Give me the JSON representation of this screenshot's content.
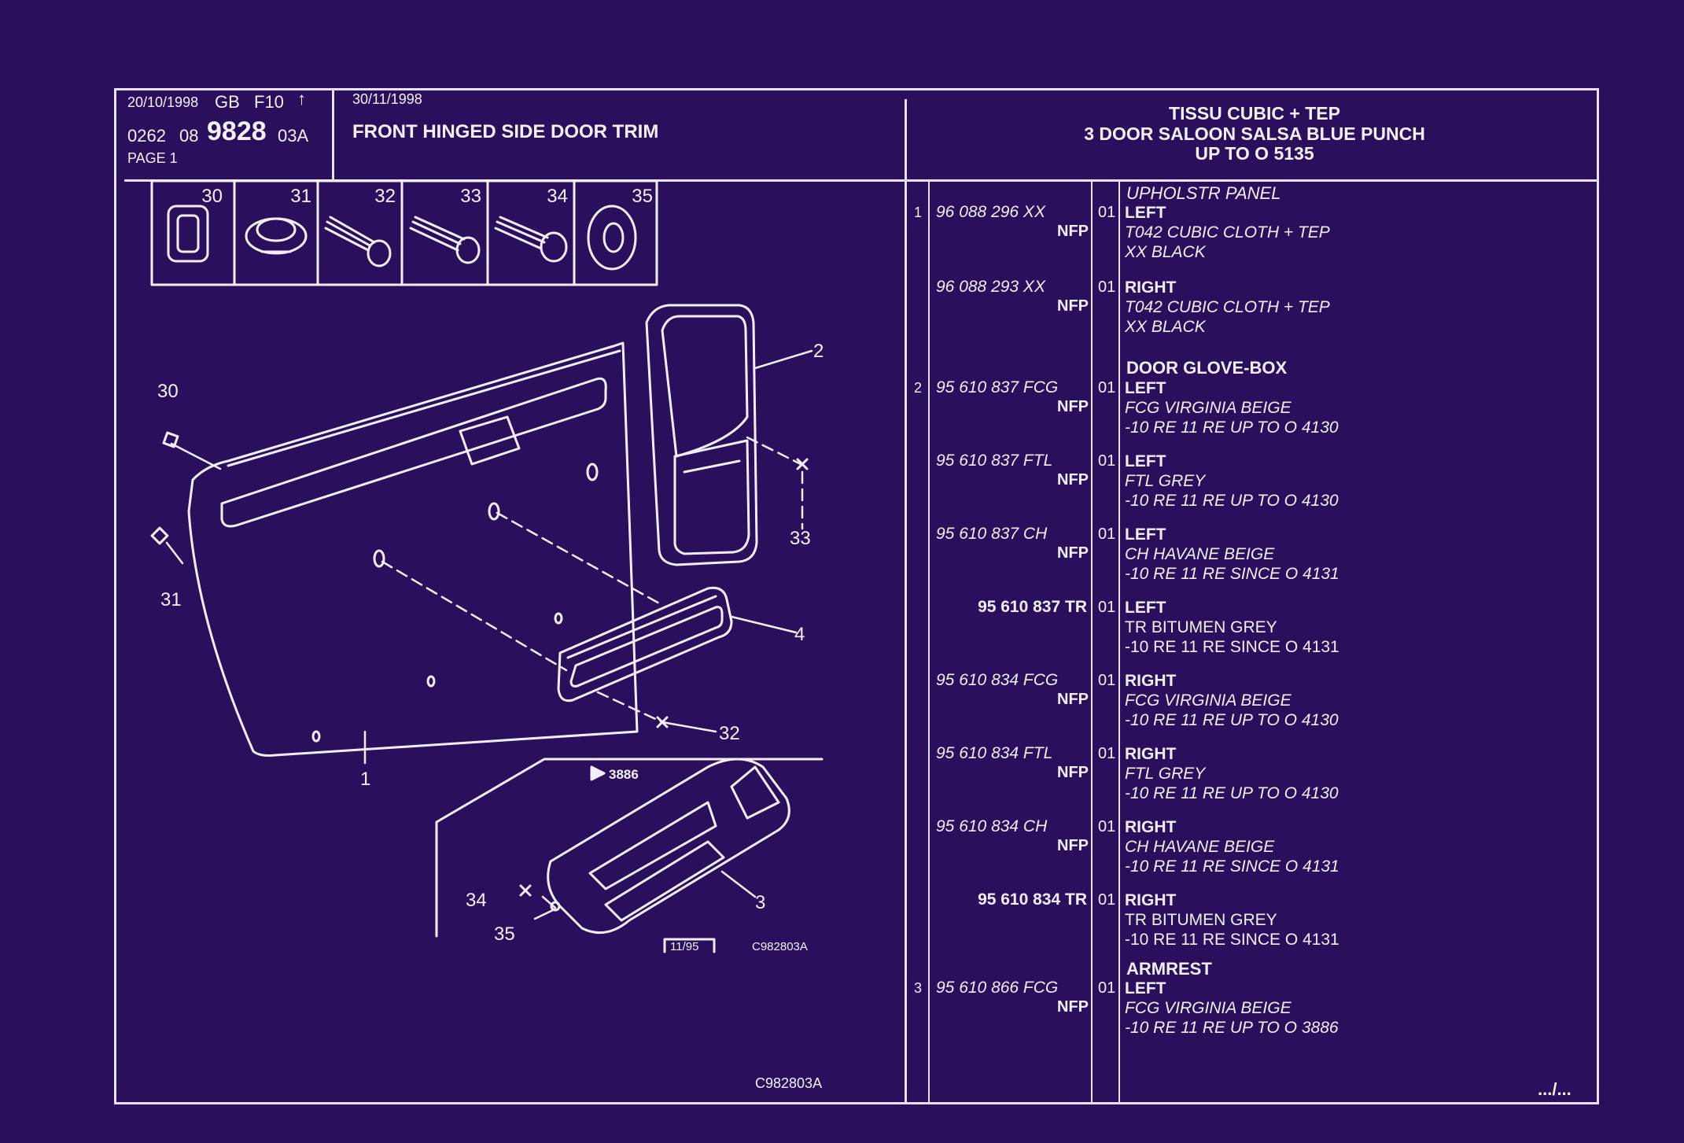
{
  "header": {
    "date1": "20/10/1998",
    "lang": "GB",
    "code": "F10",
    "ref_prefix": "0262",
    "ref_group": "08",
    "ref_main": "9828",
    "ref_suffix": "03A",
    "page": "PAGE 1",
    "date2": "30/11/1998",
    "title": "FRONT HINGED SIDE DOOR TRIM",
    "spec_line1": "TISSU CUBIC + TEP",
    "spec_line2": "3 DOOR SALOON SALSA BLUE PUNCH",
    "spec_line3": "UP TO O 5135"
  },
  "diagram": {
    "part_boxes": [
      "30",
      "31",
      "32",
      "33",
      "34",
      "35"
    ],
    "callouts": [
      "1",
      "2",
      "3",
      "4",
      "30",
      "31",
      "32",
      "33",
      "34",
      "35"
    ],
    "inset_ref": "3886",
    "date_stamp": "11/95",
    "drawing_code": "C982803A",
    "footer_code": "C982803A"
  },
  "parts": [
    {
      "heading": "UPHOLSTR PANEL"
    },
    {
      "idx": "1",
      "pn": "96 088 296 XX",
      "nfp": "NFP",
      "qty": "01",
      "lines": [
        "LEFT",
        "T042 CUBIC CLOTH + TEP",
        "XX BLACK"
      ]
    },
    {
      "idx": "",
      "pn": "96 088 293 XX",
      "nfp": "NFP",
      "qty": "01",
      "lines": [
        "RIGHT",
        "T042 CUBIC CLOTH + TEP",
        "XX BLACK"
      ]
    },
    {
      "heading": "DOOR GLOVE-BOX"
    },
    {
      "idx": "2",
      "pn": "95 610 837 FCG",
      "nfp": "NFP",
      "qty": "01",
      "lines": [
        "LEFT",
        "FCG VIRGINIA BEIGE",
        "-10 RE 11 RE UP TO O 4130"
      ]
    },
    {
      "idx": "",
      "pn": "95 610 837 FTL",
      "nfp": "NFP",
      "qty": "01",
      "lines": [
        "LEFT",
        "FTL GREY",
        "-10 RE 11 RE UP TO O 4130"
      ]
    },
    {
      "idx": "",
      "pn": "95 610 837 CH",
      "nfp": "NFP",
      "qty": "01",
      "lines": [
        "LEFT",
        "CH HAVANE BEIGE",
        "-10 RE 11 RE SINCE O 4131"
      ]
    },
    {
      "idx": "",
      "pn": "95 610 837 TR",
      "nfp": "",
      "qty": "01",
      "lines": [
        "LEFT",
        "TR BITUMEN GREY",
        "-10 RE 11 RE SINCE O 4131"
      ]
    },
    {
      "idx": "",
      "pn": "95 610 834 FCG",
      "nfp": "NFP",
      "qty": "01",
      "lines": [
        "RIGHT",
        "FCG VIRGINIA BEIGE",
        "-10 RE 11 RE UP TO O 4130"
      ]
    },
    {
      "idx": "",
      "pn": "95 610 834 FTL",
      "nfp": "NFP",
      "qty": "01",
      "lines": [
        "RIGHT",
        "FTL GREY",
        "-10 RE 11 RE UP TO O 4130"
      ]
    },
    {
      "idx": "",
      "pn": "95 610 834 CH",
      "nfp": "NFP",
      "qty": "01",
      "lines": [
        "RIGHT",
        "CH HAVANE BEIGE",
        "-10 RE 11 RE SINCE O 4131"
      ]
    },
    {
      "idx": "",
      "pn": "95 610 834 TR",
      "nfp": "",
      "qty": "01",
      "lines": [
        "RIGHT",
        "TR BITUMEN GREY",
        "-10 RE 11 RE SINCE O 4131"
      ]
    },
    {
      "heading": "ARMREST"
    },
    {
      "idx": "3",
      "pn": "95 610 866 FCG",
      "nfp": "NFP",
      "qty": "01",
      "lines": [
        "LEFT",
        "FCG VIRGINIA BEIGE",
        "-10 RE 11 RE UP TO O 3886"
      ]
    }
  ],
  "footer": {
    "continuation": ".../..."
  },
  "colors": {
    "background": "#2a0f5c",
    "ink": "#f4f0fd"
  }
}
